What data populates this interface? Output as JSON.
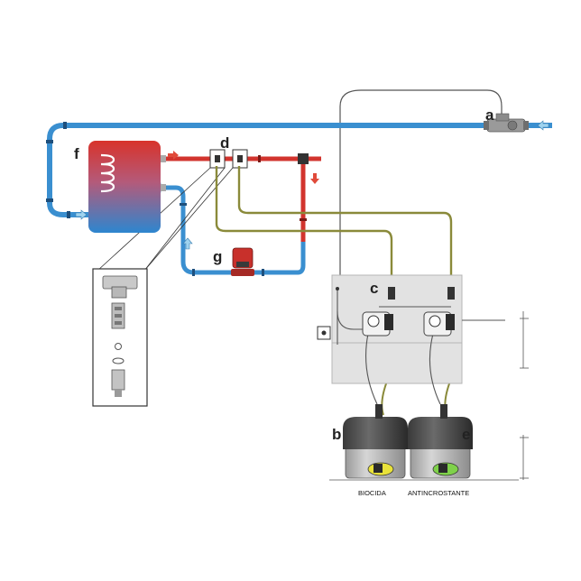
{
  "labels": {
    "a": "a",
    "b": "b",
    "c": "c",
    "d": "d",
    "e": "e",
    "f": "f",
    "g": "g"
  },
  "tanks": {
    "left_name": "BIOCIDA",
    "right_name": "ANTINCROSTANTE"
  },
  "colors": {
    "cold_pipe": "#3a8fd0",
    "hot_pipe": "#d2342e",
    "dosing_tube": "#8a8a3a",
    "control_wire": "#555555",
    "panel": "#e2e2e2",
    "tank_body": "#bcbcbc",
    "arrow_cold": "#9fd3ef",
    "arrow_hot": "#e04a3a"
  },
  "icons": [
    "water-heater-icon",
    "circulation-pump-icon",
    "water-meter-icon",
    "dosing-pump-icon",
    "injection-fitting-icon"
  ]
}
